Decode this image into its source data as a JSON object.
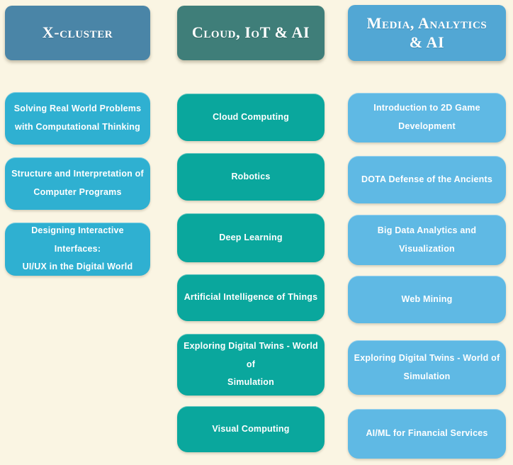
{
  "palette": {
    "background": "#faf5e3",
    "text_on_cards": "#ffffff",
    "x_cluster_header_bg": "#4a85a7",
    "x_cluster_card_bg": "#2fb0d1",
    "cloud_header_bg": "#3f7e79",
    "cloud_card_bg": "#0aa79d",
    "media_header_bg": "#52a7d4",
    "media_card_bg": "#5fb9e4"
  },
  "columns": [
    {
      "header": {
        "label": "X-cluster",
        "bg": "#4a85a7"
      },
      "card_bg": "#2fb0d1",
      "cards": [
        {
          "label": "Solving Real World Problems\nwith Computational Thinking"
        },
        {
          "label": "Structure and Interpretation of\nComputer Programs"
        },
        {
          "label": "Designing Interactive Interfaces:\nUI/UX in the Digital World"
        }
      ]
    },
    {
      "header": {
        "label": "Cloud, IoT & AI",
        "bg": "#3f7e79"
      },
      "card_bg": "#0aa79d",
      "cards": [
        {
          "label": "Cloud Computing"
        },
        {
          "label": "Robotics"
        },
        {
          "label": "Deep Learning"
        },
        {
          "label": "Artificial Intelligence of Things"
        },
        {
          "label": "Exploring Digital Twins - World of\nSimulation"
        },
        {
          "label": "Visual Computing"
        }
      ]
    },
    {
      "header": {
        "label": "Media, Analytics\n& AI",
        "bg": "#52a7d4"
      },
      "card_bg": "#5fb9e4",
      "cards": [
        {
          "label": "Introduction to 2D Game\nDevelopment"
        },
        {
          "label": "DOTA Defense of the Ancients"
        },
        {
          "label": "Big Data Analytics and\nVisualization"
        },
        {
          "label": "Web Mining"
        },
        {
          "label": "Exploring Digital Twins - World of\nSimulation"
        },
        {
          "label": "AI/ML for Financial Services"
        }
      ]
    }
  ]
}
